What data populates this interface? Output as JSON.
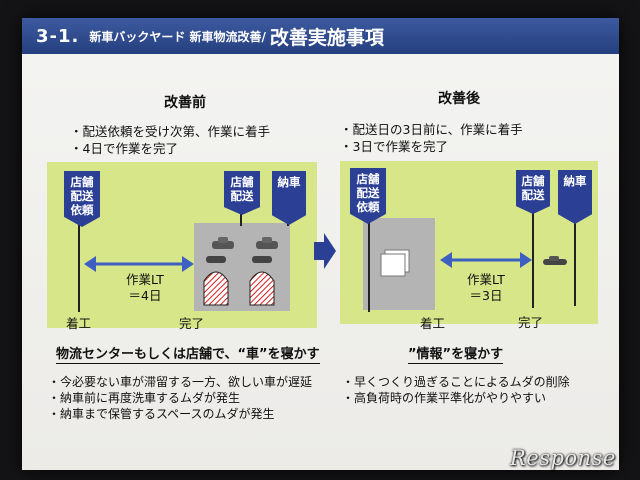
{
  "title": {
    "number": "3-1.",
    "subtitle": "新車バックヤード 新車物流改善/",
    "main": "改善実施事項"
  },
  "before": {
    "heading": "改善前",
    "bullets": [
      "・配送依頼を受け次第、作業に着手",
      "・4日で作業を完了"
    ],
    "flags": {
      "left": "店舗\n配送\n依頼",
      "middle": "店舗\n配送",
      "right": "納車"
    },
    "start_label": "着工",
    "end_label": "完了",
    "lt_line1": "作業LT",
    "lt_line2": "＝4日",
    "subheading": "物流センターもしくは店舗で、“車”を寝かす",
    "notes": [
      "・今必要ない車が滞留する一方、欲しい車が遅延",
      "・納車前に再度洗車するムダが発生",
      "・納車まで保管するスペースのムダが発生"
    ]
  },
  "after": {
    "heading": "改善後",
    "bullets": [
      "・配送日の3日前に、作業に着手",
      "・3日で作業を完了"
    ],
    "flags": {
      "left": "店舗\n配送\n依頼",
      "middle": "店舗\n配送",
      "right": "納車"
    },
    "start_label": "着工",
    "end_label": "完了",
    "lt_line1": "作業LT",
    "lt_line2": "＝3日",
    "subheading": "”情報”を寝かす",
    "notes": [
      "・早くつくり過ぎることによるムダの削除",
      "・高負荷時の作業平準化がやりやすい"
    ]
  },
  "watermark": "Response",
  "colors": {
    "title_bar": "#2f4b8f",
    "flag": "#2b3f95",
    "panel": "#d8e68a",
    "arrow": "#3d5fc0",
    "gray_box": "#b4b4b4",
    "hatch": "#d22020"
  }
}
